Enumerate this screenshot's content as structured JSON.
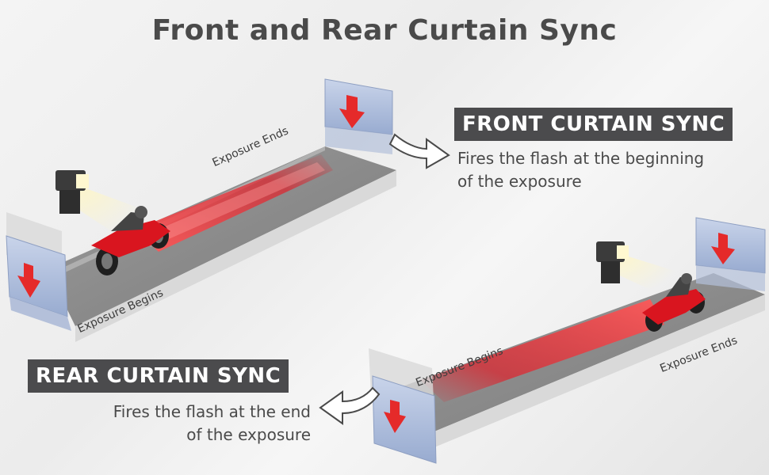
{
  "title": "Front and Rear Curtain Sync",
  "front": {
    "heading": "FRONT CURTAIN SYNC",
    "desc_line1": "Fires the flash at the beginning",
    "desc_line2": "of the exposure",
    "label_end": "Exposure Ends",
    "label_begin": "Exposure Begins"
  },
  "rear": {
    "heading": "REAR CURTAIN SYNC",
    "desc_line1": "Fires the flash at the end",
    "desc_line2": "of the exposure",
    "label_end": "Exposure Ends",
    "label_begin": "Exposure Begins"
  },
  "colors": {
    "badge": "#4b4b4d",
    "text": "#4a4a4a",
    "streak": "#e0202a",
    "curtain": "#a9b9d8",
    "arrow": "#e52a2a"
  },
  "icons": [
    "camera-flash-icon",
    "motorcycle-icon",
    "down-arrow-icon",
    "curved-arrow-icon"
  ]
}
